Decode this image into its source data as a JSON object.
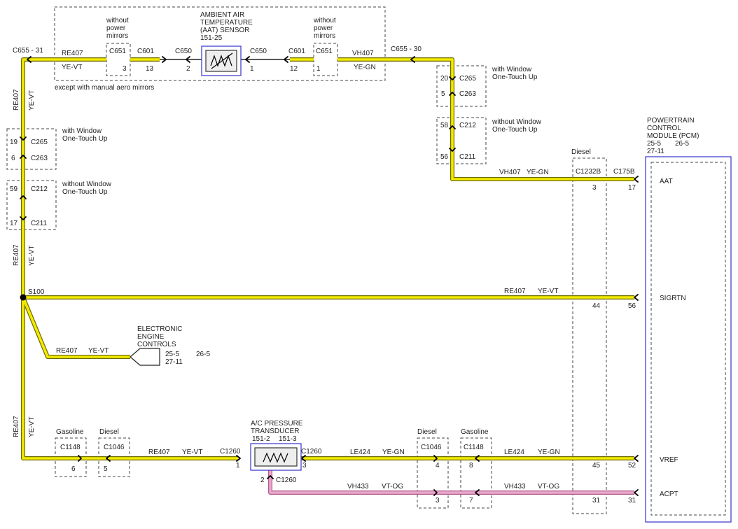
{
  "connectors": {
    "c655_31": "C655 - 31",
    "c655_30": "C655 - 30",
    "c601": "C601",
    "c650": "C650",
    "c651": "C651",
    "c265": "C265",
    "c263": "C263",
    "c212": "C212",
    "c211": "C211",
    "c1232b": "C1232B",
    "c175b": "C175B",
    "c1148": "C1148",
    "c1046": "C1046",
    "c1260": "C1260",
    "s100": "S100"
  },
  "wires": {
    "re407": "RE407",
    "ye_vt": "YE-VT",
    "vh407": "VH407",
    "ye_gn": "YE-GN",
    "le424": "LE424",
    "vh433": "VH433",
    "vt_og": "VT-OG"
  },
  "notes": {
    "without_power_mirrors": [
      "without",
      "power",
      "mirrors"
    ],
    "except_manual_aero": "except with manual aero mirrors",
    "with_window": [
      "with Window",
      "One-Touch Up"
    ],
    "without_window": [
      "without Window",
      "One-Touch Up"
    ],
    "diesel": "Diesel",
    "gasoline": "Gasoline"
  },
  "components": {
    "aat_sensor": [
      "AMBIENT AIR",
      "TEMPERATURE",
      "(AAT) SENSOR",
      "151-25"
    ],
    "pcm": [
      "POWERTRAIN",
      "CONTROL",
      "MODULE (PCM)"
    ],
    "pcm_refs": [
      "25-5",
      "26-5",
      "27-11"
    ],
    "eec": [
      "ELECTRONIC",
      "ENGINE",
      "CONTROLS"
    ],
    "eec_refs": [
      "25-5",
      "26-5",
      "27-11"
    ],
    "ac_transducer": [
      "A/C PRESSURE",
      "TRANSDUCER"
    ],
    "ac_refs": [
      "151-2",
      "151-3"
    ]
  },
  "pcm_pins": {
    "aat": "AAT",
    "sigrtn": "SIGRTN",
    "vref": "VREF",
    "acpt": "ACPT"
  },
  "pins": {
    "p3": "3",
    "p13": "13",
    "p2": "2",
    "p1": "1",
    "p12": "12",
    "p20": "20",
    "p5": "5",
    "p58": "58",
    "p56": "56",
    "p17": "17",
    "p19": "19",
    "p6": "6",
    "p59": "59",
    "p44": "44",
    "p45": "45",
    "p52": "52",
    "p31": "31",
    "p4": "4",
    "p8": "8",
    "p7": "7"
  }
}
